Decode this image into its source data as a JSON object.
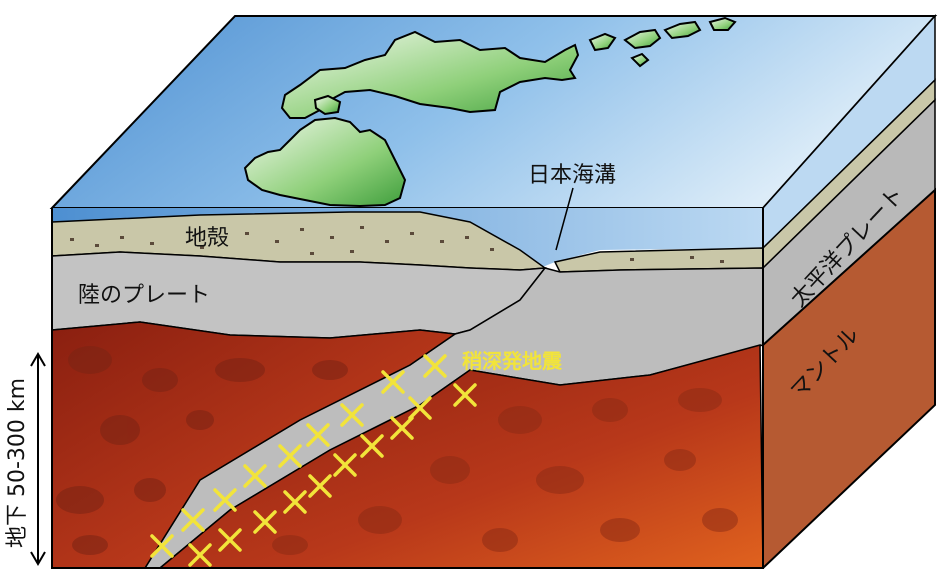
{
  "labels": {
    "crust": "地殻",
    "continental_plate": "陸のプレート",
    "trench": "日本海溝",
    "pacific_plate": "太平洋プレート",
    "mantle": "マントル",
    "deep_earthquake": "稍深発地震",
    "depth": "地下 50-300 km"
  },
  "colors": {
    "ocean": "#5a9ad6",
    "land": "#6cbf5a",
    "crust": "#c9c7a8",
    "plate": "#c3c3c3",
    "mantle": "#a83a1e",
    "earthquake_marker": "#f2e43a"
  },
  "icons": {
    "earthquake_marker": "x-cross",
    "depth_arrow": "double-headed-vertical-arrow"
  }
}
